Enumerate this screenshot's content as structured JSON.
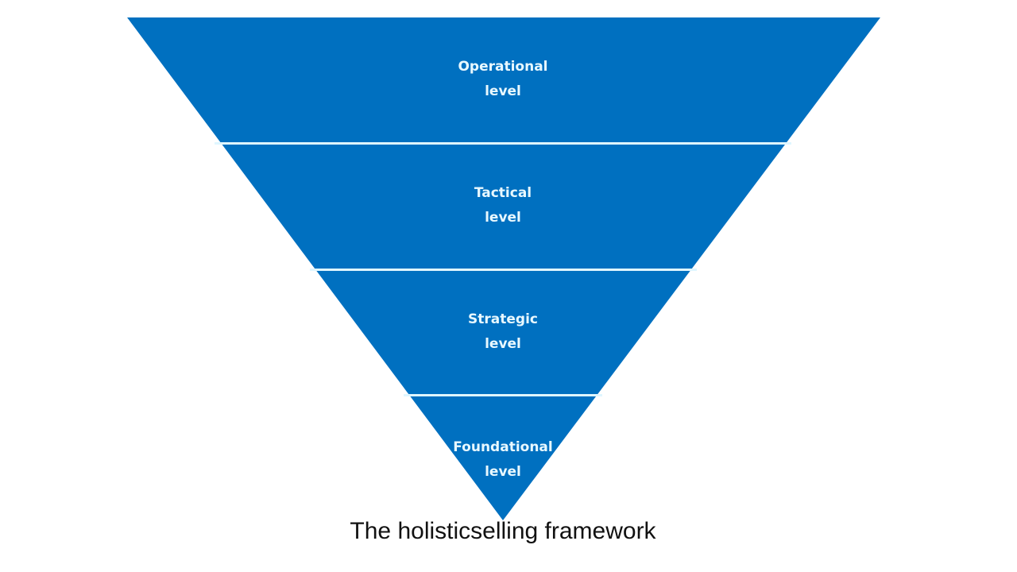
{
  "diagram": {
    "type": "inverted-pyramid",
    "fill_color": "#0070c0",
    "separator_color": "#dff6ff",
    "text_color": "#e8f8ff",
    "levels": [
      {
        "line1": "Operational",
        "line2": "level"
      },
      {
        "line1": "Tactical",
        "line2": "level"
      },
      {
        "line1": "Strategic",
        "line2": "level"
      },
      {
        "line1": "Foundational",
        "line2": "level"
      }
    ]
  },
  "caption": "The holisticselling framework"
}
